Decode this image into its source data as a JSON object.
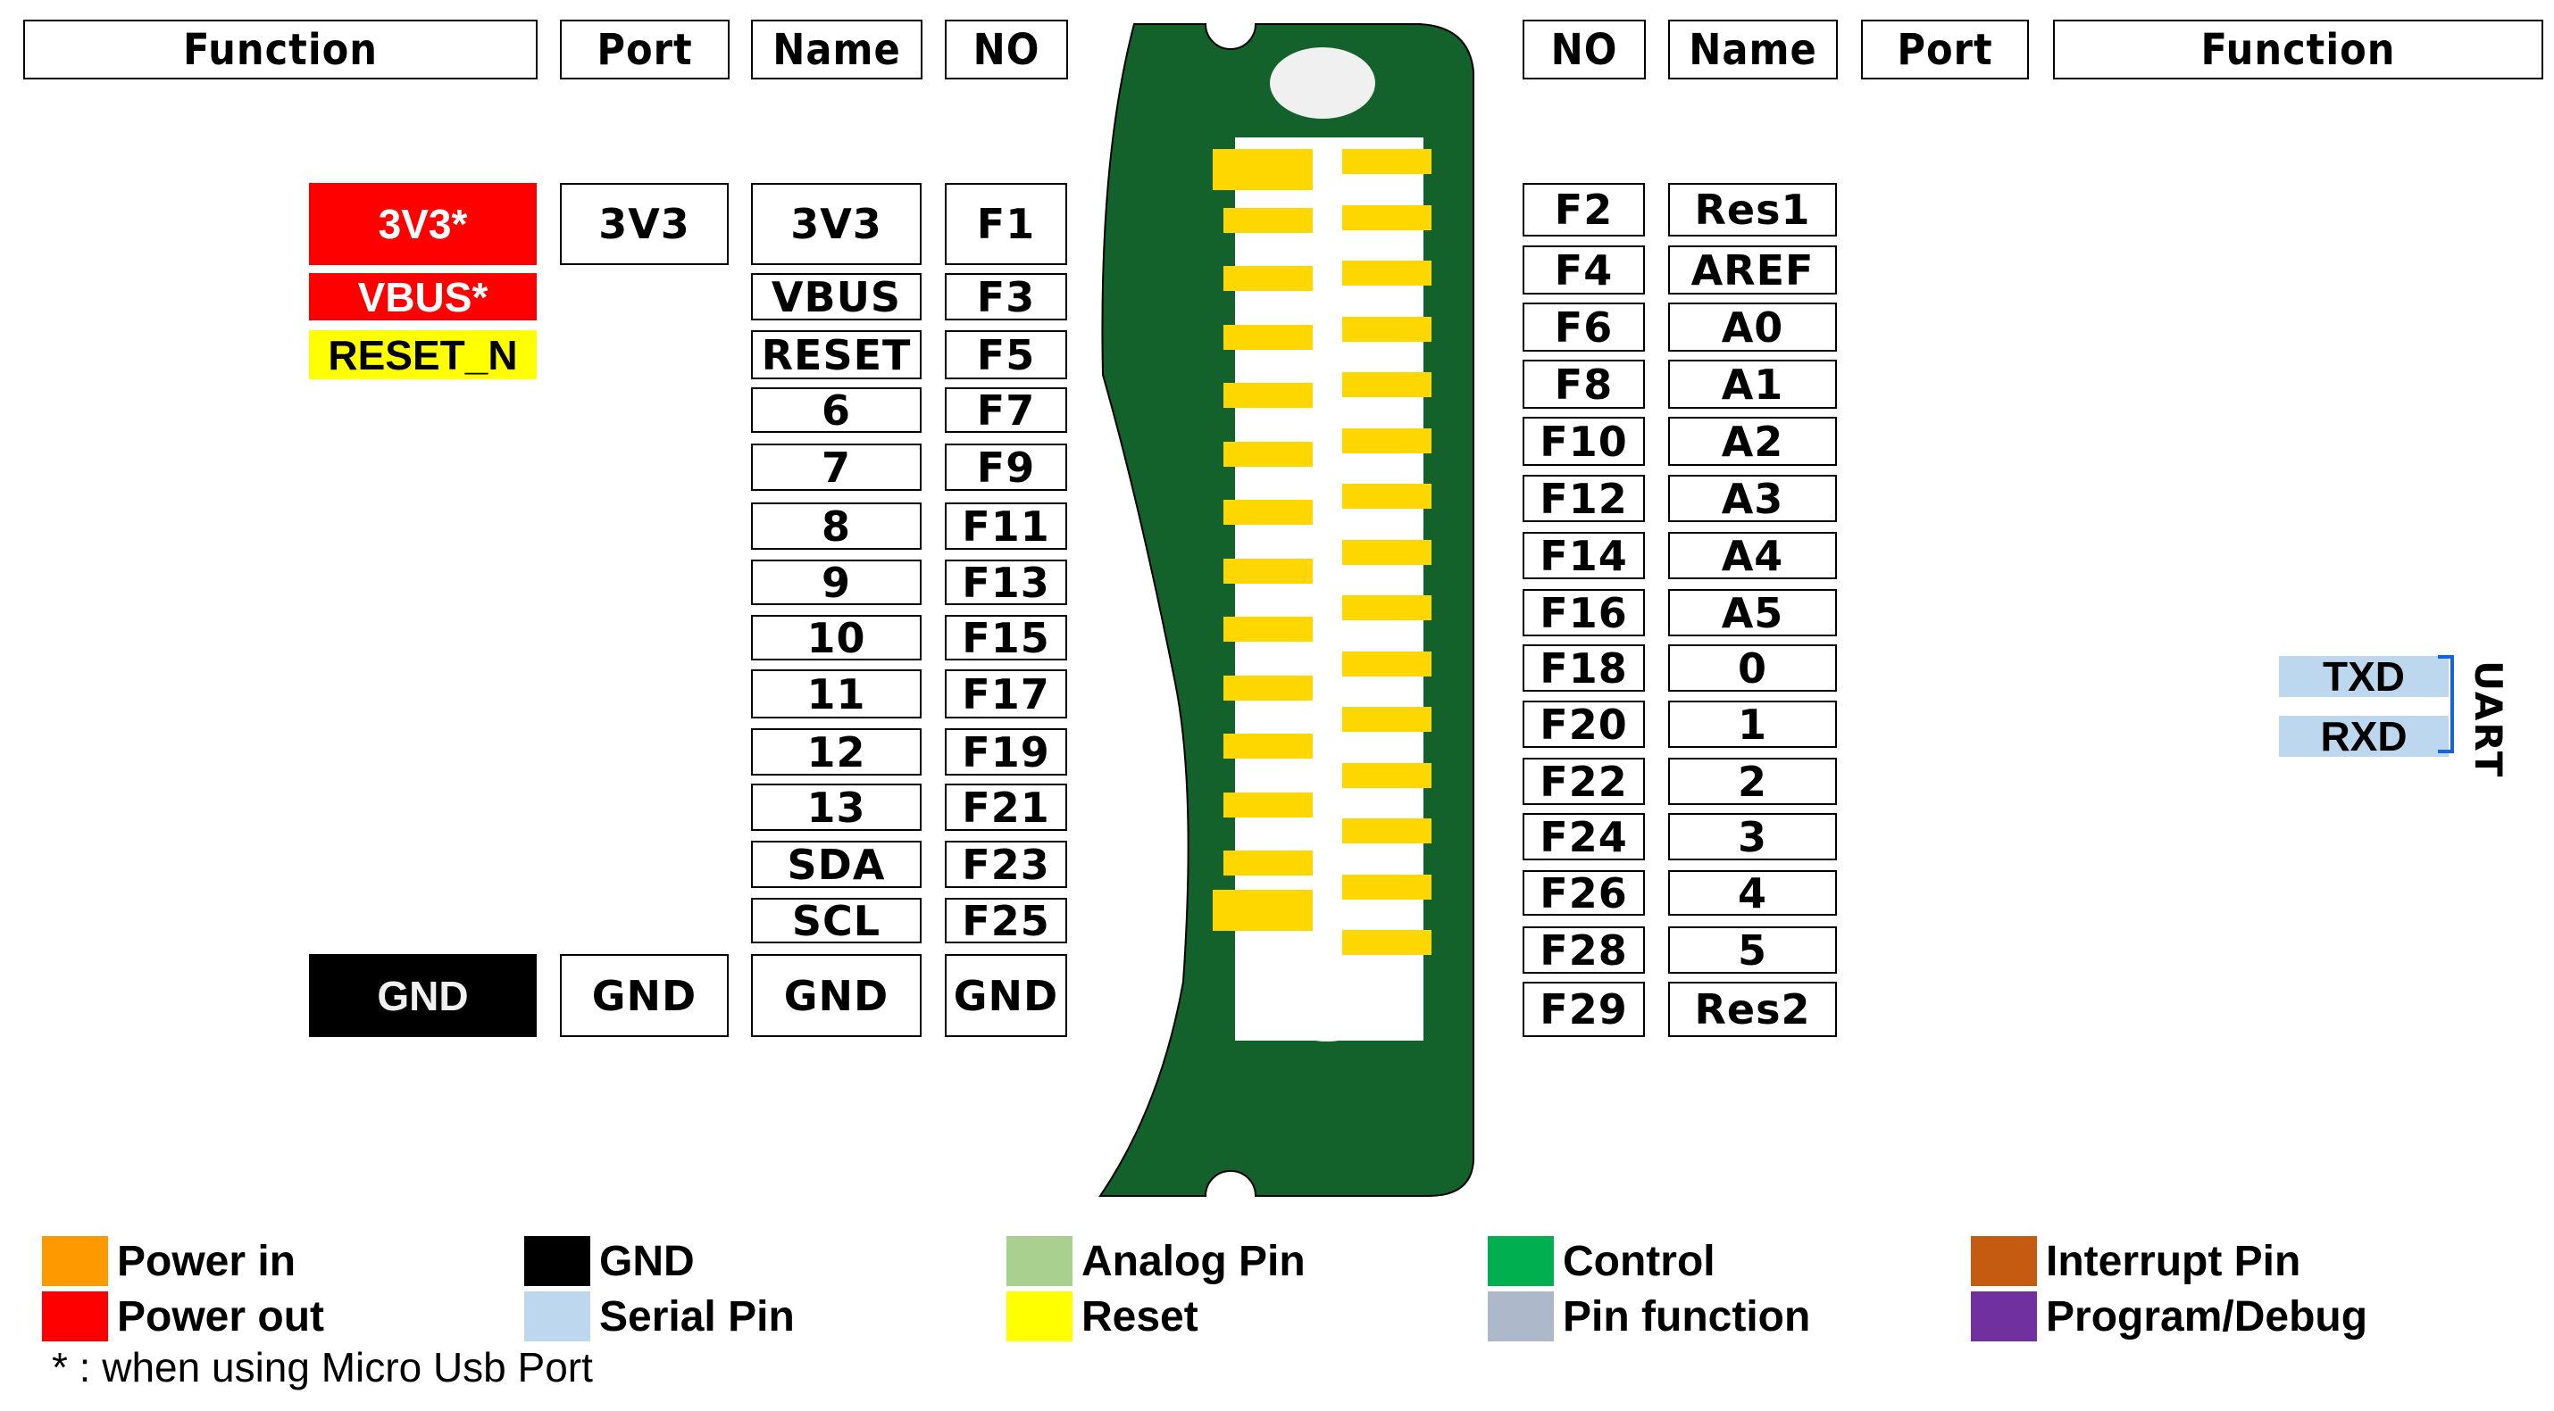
{
  "headers": {
    "left": {
      "function": "Function",
      "port": "Port",
      "name": "Name",
      "no": "NO"
    },
    "right": {
      "no": "NO",
      "name": "Name",
      "port": "Port",
      "function": "Function"
    }
  },
  "colors": {
    "power_in": "#ff9900",
    "power_out": "#ff0000",
    "gnd": "#000000",
    "serial": "#bdd7ee",
    "analog": "#a9d08e",
    "reset": "#ffff00",
    "control": "#00b050",
    "pin_function": "#adb9ca",
    "interrupt": "#c55a11",
    "program_debug": "#7030a0",
    "board_green": "#13612b",
    "pad_yellow": "#ffd700",
    "hole": "#f0f0f0",
    "uart_bracket": "#1565d8"
  },
  "left_pins": [
    {
      "no": "F1",
      "name": "3V3",
      "port": "3V3",
      "function": {
        "label": "3V3*",
        "type": "power_out"
      }
    },
    {
      "no": "F3",
      "name": "VBUS",
      "port": "",
      "function": {
        "label": "VBUS*",
        "type": "power_out"
      }
    },
    {
      "no": "F5",
      "name": "RESET",
      "port": "",
      "function": {
        "label": "RESET_N",
        "type": "reset"
      }
    },
    {
      "no": "F7",
      "name": "6",
      "port": "",
      "function": null
    },
    {
      "no": "F9",
      "name": "7",
      "port": "",
      "function": null
    },
    {
      "no": "F11",
      "name": "8",
      "port": "",
      "function": null
    },
    {
      "no": "F13",
      "name": "9",
      "port": "",
      "function": null
    },
    {
      "no": "F15",
      "name": "10",
      "port": "",
      "function": null
    },
    {
      "no": "F17",
      "name": "11",
      "port": "",
      "function": null
    },
    {
      "no": "F19",
      "name": "12",
      "port": "",
      "function": null
    },
    {
      "no": "F21",
      "name": "13",
      "port": "",
      "function": null
    },
    {
      "no": "F23",
      "name": "SDA",
      "port": "",
      "function": null
    },
    {
      "no": "F25",
      "name": "SCL",
      "port": "",
      "function": null
    },
    {
      "no": "GND",
      "name": "GND",
      "port": "GND",
      "function": {
        "label": "GND",
        "type": "gnd"
      }
    }
  ],
  "right_pins": [
    {
      "no": "F2",
      "name": "Res1"
    },
    {
      "no": "F4",
      "name": "AREF"
    },
    {
      "no": "F6",
      "name": "A0"
    },
    {
      "no": "F8",
      "name": "A1"
    },
    {
      "no": "F10",
      "name": "A2"
    },
    {
      "no": "F12",
      "name": "A3"
    },
    {
      "no": "F14",
      "name": "A4"
    },
    {
      "no": "F16",
      "name": "A5"
    },
    {
      "no": "F18",
      "name": "0"
    },
    {
      "no": "F20",
      "name": "1"
    },
    {
      "no": "F22",
      "name": "2"
    },
    {
      "no": "F24",
      "name": "3"
    },
    {
      "no": "F26",
      "name": "4"
    },
    {
      "no": "F28",
      "name": "5"
    },
    {
      "no": "F29",
      "name": "Res2"
    }
  ],
  "uart": {
    "group_label": "UART",
    "pins": [
      {
        "label": "TXD",
        "type": "serial"
      },
      {
        "label": "RXD",
        "type": "serial"
      }
    ]
  },
  "legend": [
    {
      "label": "Power in",
      "type": "power_in"
    },
    {
      "label": "Power out",
      "type": "power_out"
    },
    {
      "label": "GND",
      "type": "gnd"
    },
    {
      "label": "Serial Pin",
      "type": "serial"
    },
    {
      "label": "Analog Pin",
      "type": "analog"
    },
    {
      "label": "Reset",
      "type": "reset"
    },
    {
      "label": "Control",
      "type": "control"
    },
    {
      "label": "Pin function",
      "type": "pin_function"
    },
    {
      "label": "Interrupt Pin",
      "type": "interrupt"
    },
    {
      "label": "Program/Debug",
      "type": "program_debug"
    }
  ],
  "footnote": "* : when using Micro Usb Port"
}
